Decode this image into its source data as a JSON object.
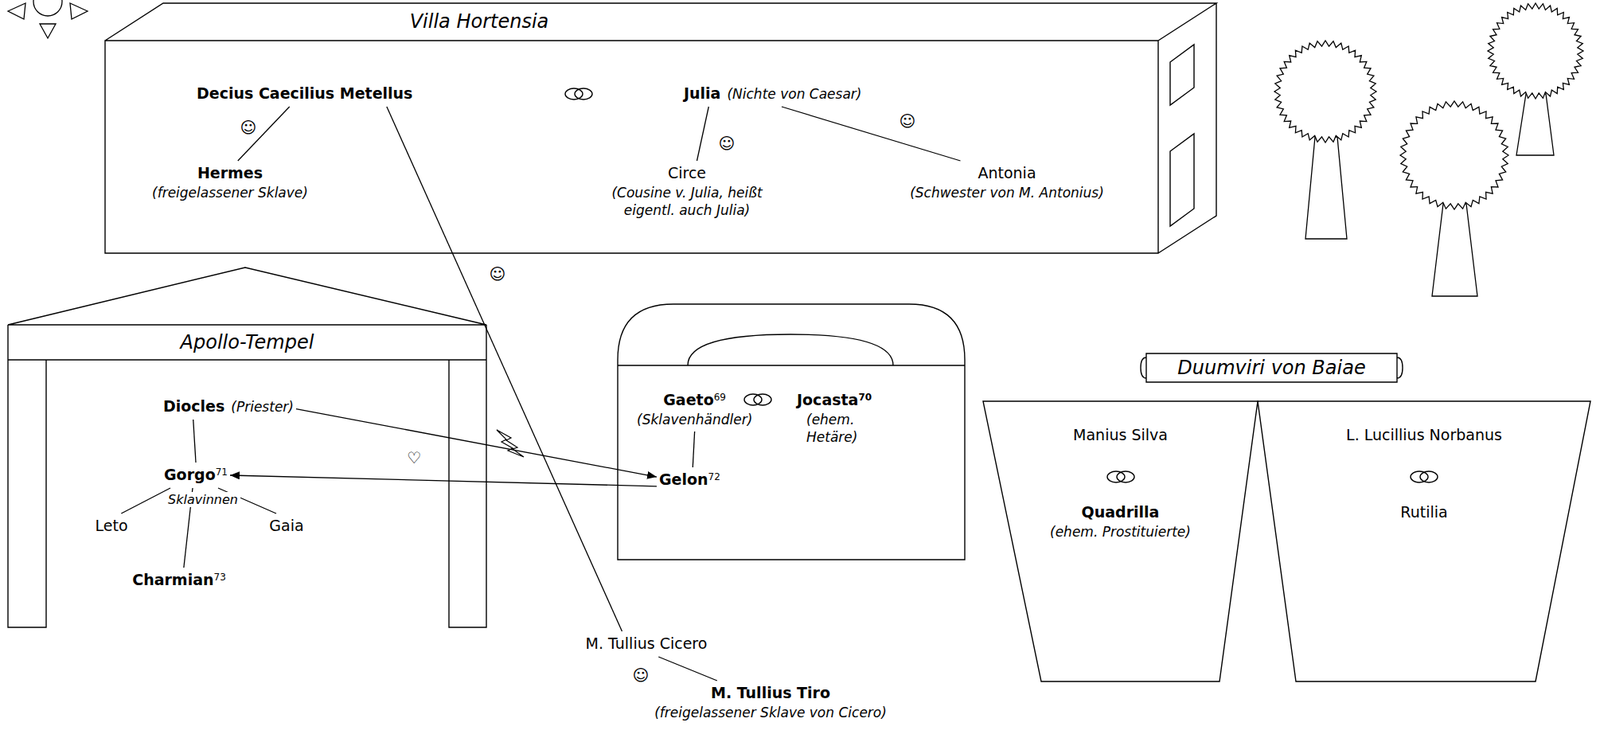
{
  "diagram": {
    "nodes": [
      {
        "text": [
          "Villa Hortensia"
        ]
      },
      {
        "text": [
          "Decius Caecilius Metellus"
        ],
        "in": 0
      },
      {
        "text": [
          "Julia",
          "(Nichte von Caesar)"
        ],
        "in": 0
      },
      {
        "text": [
          "Hermes",
          "(freigelassener Sklave)"
        ],
        "in": 0
      },
      {
        "text": [
          "Circe",
          "(Cousine v. Julia, heißt eigentl. auch Julia)"
        ],
        "in": 0
      },
      {
        "text": [
          "Antonia",
          "(Schwester von M. Antonius)"
        ],
        "in": 0
      },
      {
        "text": [
          "Apollo-Tempel"
        ]
      },
      {
        "text": [
          "Diocles",
          "(Priester)"
        ],
        "in": 6
      },
      {
        "text": [
          "Gorgo",
          "71"
        ],
        "in": 6
      },
      {
        "text": [
          "Leto"
        ],
        "in": 6
      },
      {
        "text": [
          "Gaia"
        ],
        "in": 6
      },
      {
        "text": [
          "Charmian",
          "73"
        ],
        "in": 6
      },
      {
        "text": []
      },
      {
        "text": [
          "Gaeto",
          "69",
          "(Sklavenhändler)"
        ],
        "in": 12
      },
      {
        "text": [
          "Jocasta",
          "70",
          "(ehem. Hetäre)"
        ],
        "in": 12
      },
      {
        "text": [
          "Gelon",
          "72"
        ],
        "in": 12
      },
      {
        "text": [
          "Duumviri von Baiae"
        ]
      },
      {
        "text": [
          "Manius Silva",
          "Quadrilla",
          "(ehem. Prostituierte)"
        ]
      },
      {
        "text": [
          "L. Lucillius Norbanus",
          "Rutilia"
        ]
      },
      {
        "text": [
          "M. Tullius Cicero"
        ]
      },
      {
        "text": [
          "M. Tullius Tiro",
          "(freigelassener Sklave von Cicero)"
        ]
      }
    ],
    "edges": [
      {
        "from": 1,
        "to": 3,
        "arrow": "none",
        "label": "☺"
      },
      {
        "from": 2,
        "to": 4,
        "arrow": "none",
        "label": "☺"
      },
      {
        "from": 2,
        "to": 5,
        "arrow": "none",
        "label": "☺"
      },
      {
        "from": 1,
        "to": 19,
        "arrow": "none",
        "label": "☺"
      },
      {
        "from": 19,
        "to": 20,
        "arrow": "none",
        "label": "☺"
      },
      {
        "from": 7,
        "to": 15,
        "arrow": "to"
      },
      {
        "from": 15,
        "to": 8,
        "arrow": "to",
        "label": "♡"
      },
      {
        "from": 7,
        "to": 8,
        "arrow": "none"
      },
      {
        "from": 8,
        "to": 9,
        "arrow": "none"
      },
      {
        "from": 8,
        "to": 10,
        "arrow": "none"
      },
      {
        "from": 8,
        "to": 11,
        "arrow": "none"
      },
      {
        "from": 13,
        "to": 15,
        "arrow": "none"
      }
    ],
    "labels": [
      "Sklavinnen"
    ]
  }
}
